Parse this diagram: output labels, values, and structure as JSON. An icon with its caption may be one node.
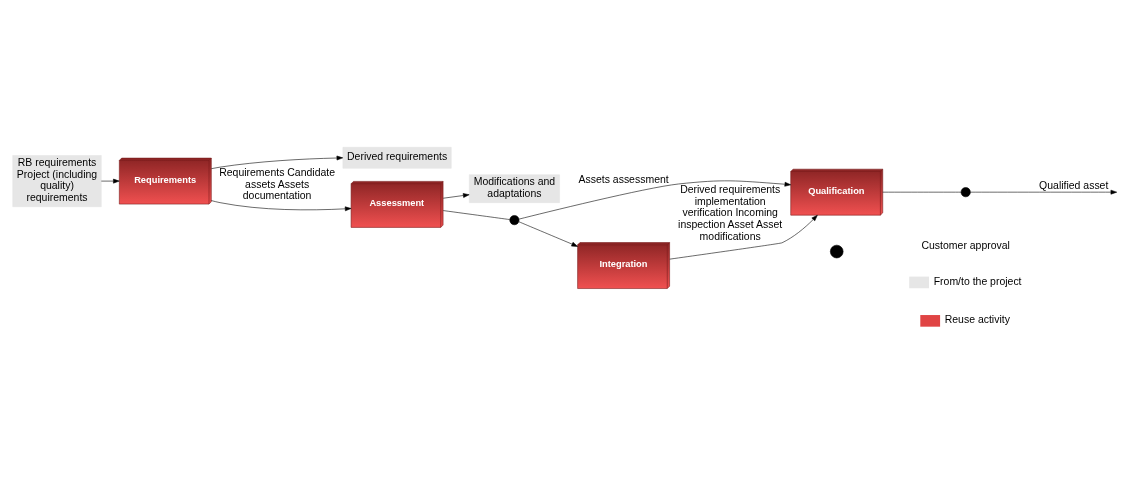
{
  "diagram": {
    "nodes": [
      {
        "text": [
          "RB requirements Project (including quality) requirements"
        ]
      },
      {
        "text": [
          "Derived requirements"
        ]
      },
      {
        "text": [
          "Modifications and adaptations"
        ]
      },
      {
        "text": [
          "Requirements"
        ]
      },
      {
        "text": [
          "Assessment"
        ]
      },
      {
        "text": [],
        "shape": "circle"
      },
      {
        "text": [
          "Integration"
        ]
      },
      {
        "text": [
          "Qualification"
        ]
      },
      {
        "text": [],
        "shape": "circle"
      }
    ],
    "edges": [
      {
        "from": 0,
        "to": 3,
        "arrow": "to"
      },
      {
        "from": 3,
        "to": 4,
        "arrow": "to",
        "label": "Requirements Candidate assets Assets documentation"
      },
      {
        "from": 3,
        "to": 1,
        "arrow": "to"
      },
      {
        "from": 4,
        "to": 2,
        "arrow": "to"
      },
      {
        "from": 4,
        "to": 5,
        "arrow": "none"
      },
      {
        "from": 5,
        "to": 6,
        "arrow": "to"
      },
      {
        "from": 5,
        "to": 7,
        "arrow": "to",
        "label": "Assets assessment"
      },
      {
        "from": 6,
        "to": 7,
        "arrow": "to",
        "label": "Derived requirements implementation verification Incoming inspection Asset Asset modifications"
      },
      {
        "from": 7,
        "to": 8,
        "arrow": "none"
      },
      {
        "from": 8,
        "to": null,
        "arrow": "to",
        "label": "Qualified asset"
      }
    ],
    "legend": [
      {
        "text": "Customer approval"
      },
      {
        "text": "From/to the project",
        "color": "#e6e6e6"
      },
      {
        "text": "Reuse activity",
        "color": "#e04444"
      }
    ]
  }
}
